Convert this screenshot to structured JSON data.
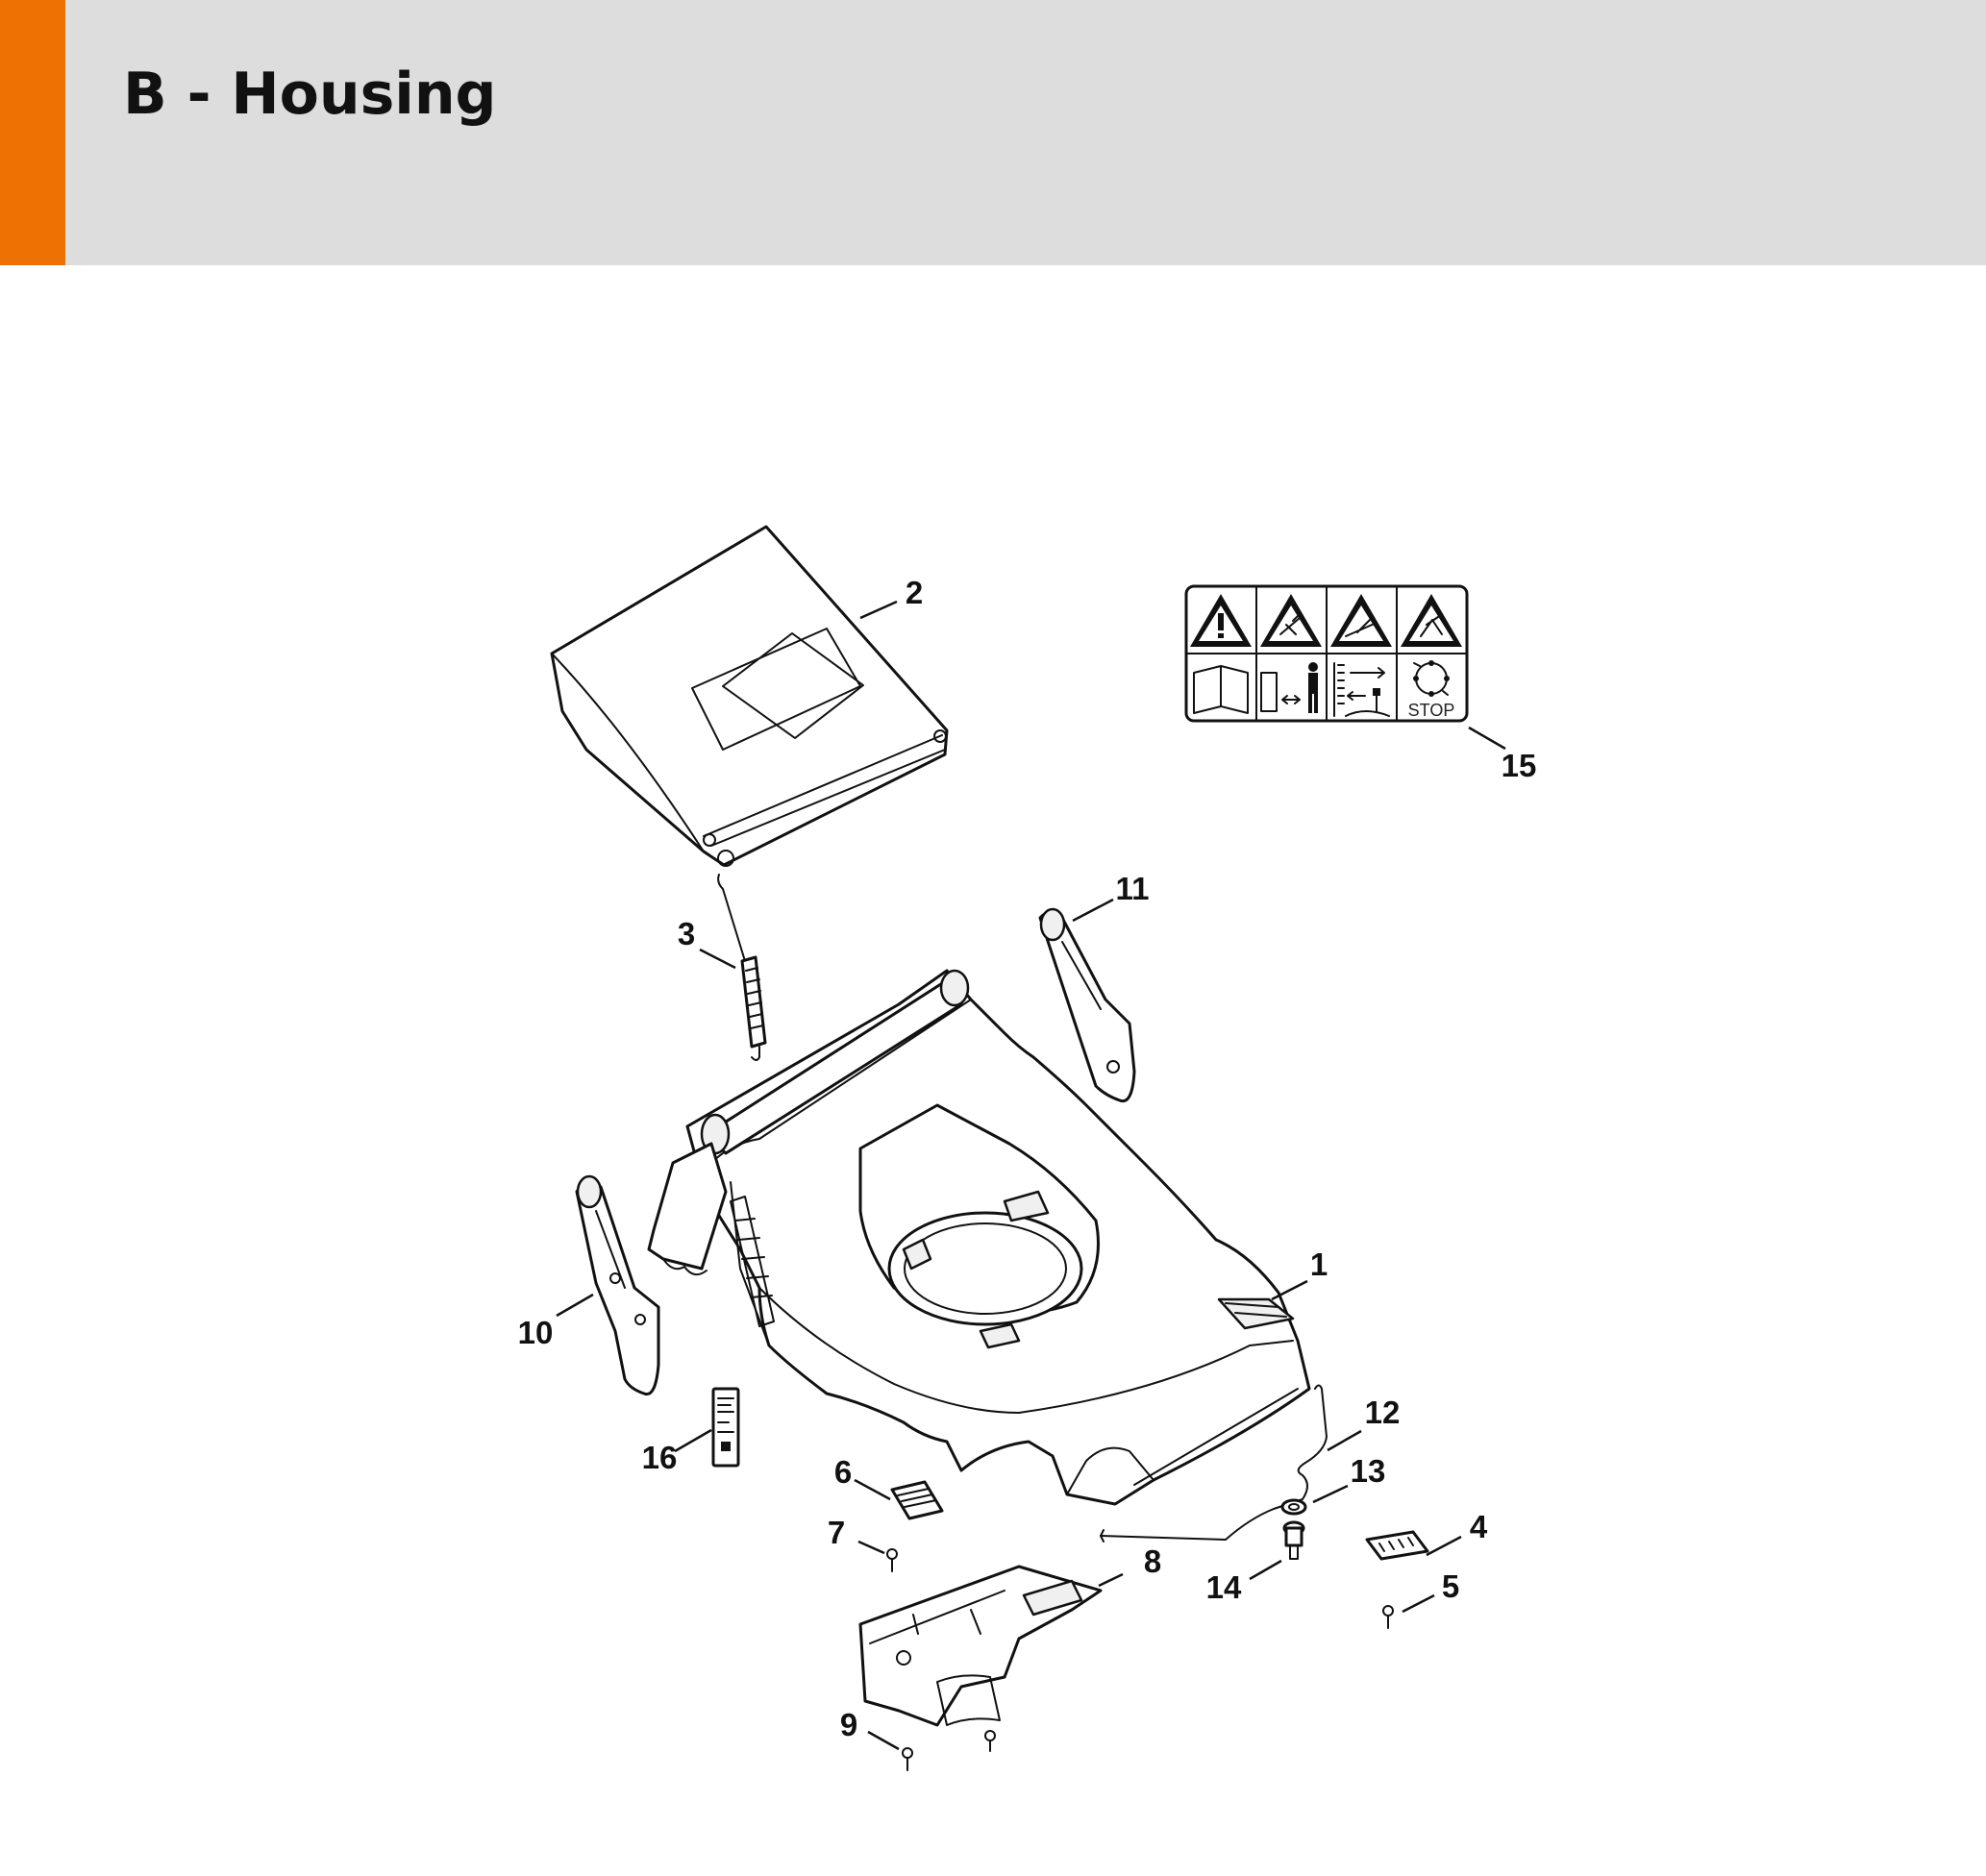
{
  "header": {
    "title": "B - Housing",
    "accent_color": "#ee7203",
    "background_color": "#dcdddc"
  },
  "callouts": [
    {
      "part": "1",
      "label": "1"
    },
    {
      "part": "2",
      "label": "2"
    },
    {
      "part": "3",
      "label": "3"
    },
    {
      "part": "4",
      "label": "4"
    },
    {
      "part": "5",
      "label": "5"
    },
    {
      "part": "6",
      "label": "6"
    },
    {
      "part": "7",
      "label": "7"
    },
    {
      "part": "8",
      "label": "8"
    },
    {
      "part": "9",
      "label": "9"
    },
    {
      "part": "10",
      "label": "10"
    },
    {
      "part": "11",
      "label": "11"
    },
    {
      "part": "12",
      "label": "12"
    },
    {
      "part": "13",
      "label": "13"
    },
    {
      "part": "14",
      "label": "14"
    },
    {
      "part": "15",
      "label": "15"
    },
    {
      "part": "16",
      "label": "16"
    }
  ],
  "warning_label": {
    "stop_text": "STOP",
    "icons": [
      "warning-exclamation-icon",
      "warning-thrown-objects-icon",
      "warning-slope-icon",
      "warning-blade-foot-icon",
      "manual-icon",
      "distance-bystander-icon",
      "keep-distance-icon",
      "stop-blade-icon"
    ]
  }
}
